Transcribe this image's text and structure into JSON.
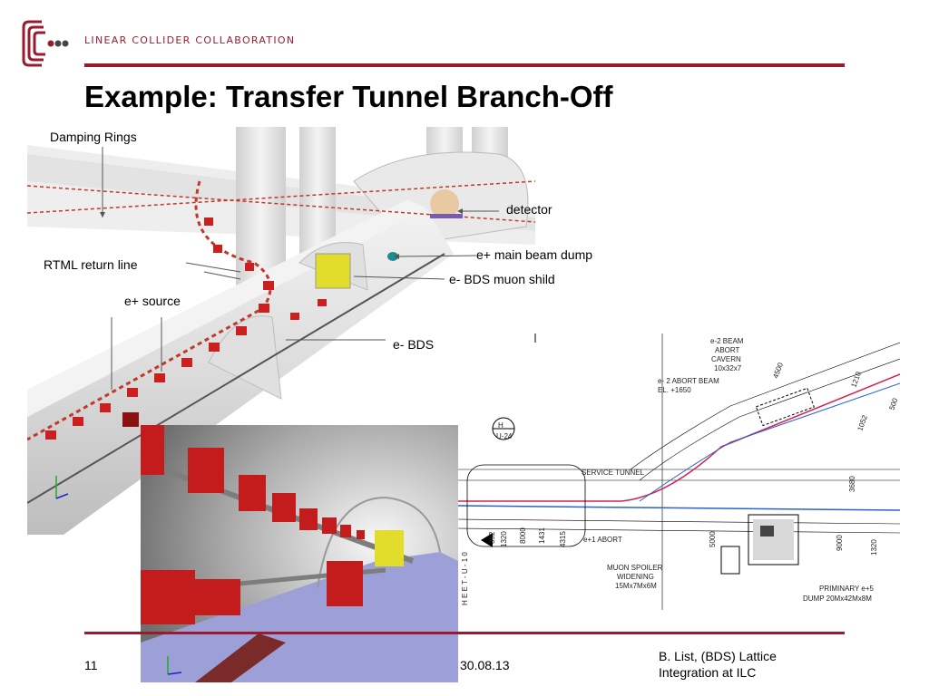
{
  "header": {
    "org_name": "LINEAR COLLIDER COLLABORATION",
    "brand_color": "#9a1b2e"
  },
  "slide": {
    "title": "Example: Transfer Tunnel Branch-Off"
  },
  "labels": {
    "damping_rings": "Damping Rings",
    "detector": "detector",
    "main_beam_dump": "e+ main beam dump",
    "muon_shild": "e- BDS muon shild",
    "rtml": "RTML return line",
    "source": "e+ source",
    "bds": "e- BDS"
  },
  "cad": {
    "beam_abort_cavern": [
      "e-2 BEAM",
      "ABORT",
      "CAVERN",
      "10x32x7"
    ],
    "abort_beam": [
      "e- 2 ABORT BEAM",
      "EL. +1650"
    ],
    "service_tunnel": "SERVICE TUNNEL",
    "e1_abort": "e+1 ABORT",
    "muon_spoiler": [
      "MUON SPOILER",
      "WIDENING",
      "15Mx7Mx6M"
    ],
    "primary_dump": [
      "PRIMINARY e+5",
      "DUMP 20Mx42Mx8M"
    ],
    "section_marker": [
      "H",
      "U-24"
    ],
    "sheet_text": "H E E T  -  U - 1 0",
    "dims": [
      "4500",
      "1210",
      "500",
      "1052",
      "3680",
      "392",
      "1320",
      "8000",
      "1431",
      "4315",
      "5000",
      "9000",
      "1320"
    ]
  },
  "footer": {
    "page": "11",
    "date": "30.08.13",
    "author_line1": "B. List, (BDS) Lattice",
    "author_line2": "Integration at ILC"
  }
}
